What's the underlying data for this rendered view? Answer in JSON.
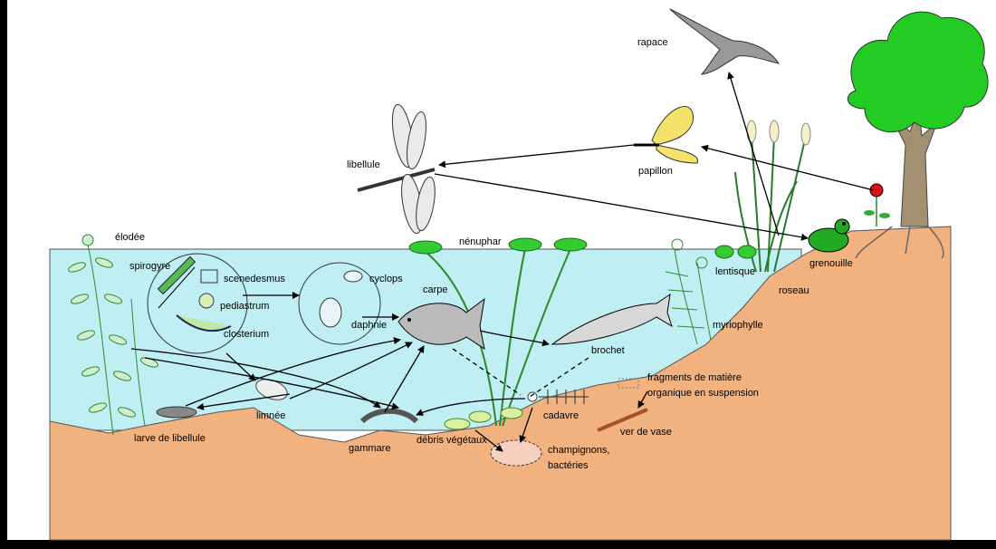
{
  "labels": {
    "rapace": "rapace",
    "libellule": "libellule",
    "papillon": "papillon",
    "elodee": "élodée",
    "nenuphar": "nénuphar",
    "spirogyre": "spirogyre",
    "scenedesmus": "scenedesmus",
    "pediastrum": "pediastrum",
    "closterium": "closterium",
    "cyclops": "cyclops",
    "daphnie": "daphnie",
    "carpe": "carpe",
    "lentisque": "lentisque",
    "roseau": "roseau",
    "grenouille": "grenouille",
    "myriophylle": "myriophylle",
    "brochet": "brochet",
    "fragments1": "fragments  de matière",
    "fragments2": "organique en suspension",
    "cadavre": "cadavre",
    "limnee": "limnée",
    "larve": "larve de libellule",
    "gammare": "gammare",
    "debris": "débris végétaux",
    "champignons1": "champignons,",
    "champignons2": "bactéries",
    "ver": "ver de vase"
  },
  "colors": {
    "water": "#bfeff3",
    "soil": "#f2b27f",
    "tree": "#22cc22",
    "trunk": "#8a7a5a",
    "leaf": "#33cc33",
    "butterfly": "#f5e26a",
    "frog": "#22aa22",
    "flower": "#dd1111"
  }
}
